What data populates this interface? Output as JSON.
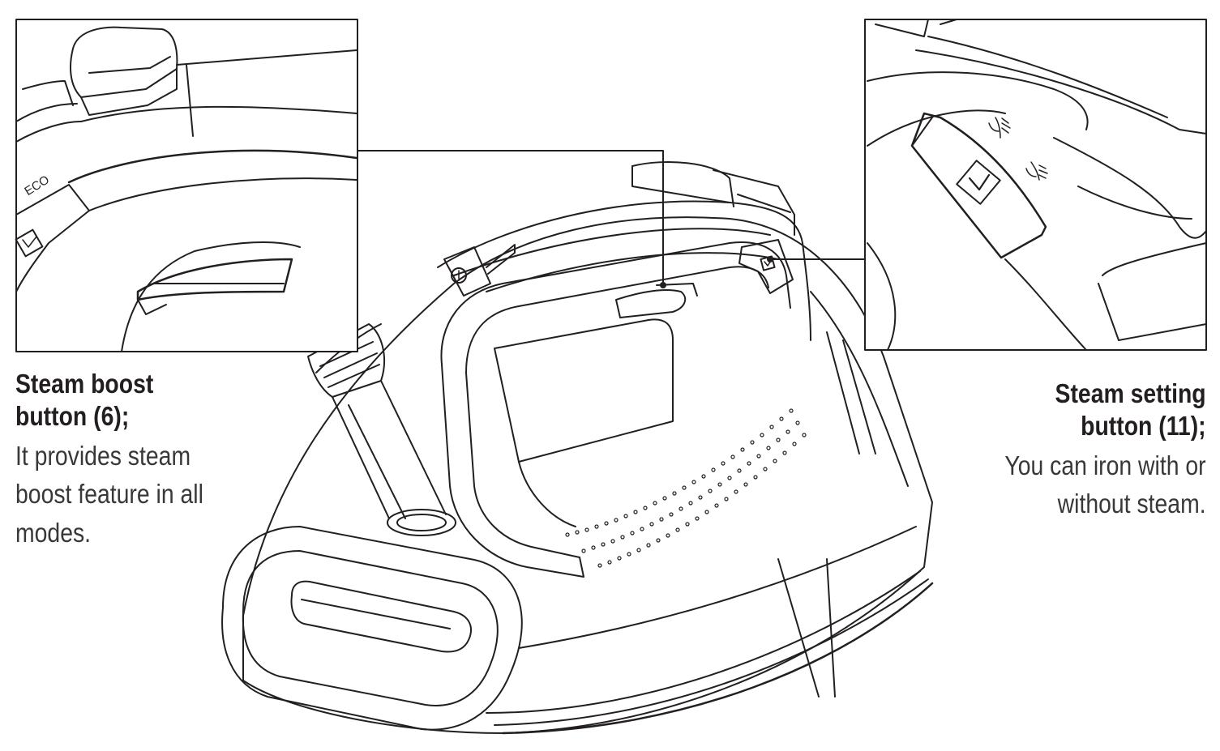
{
  "callouts": {
    "steam_boost": {
      "title_line1": "Steam boost",
      "title_line2": "button (6);",
      "desc_line1": "It provides steam",
      "desc_line2": "boost feature in all",
      "desc_line3": "modes."
    },
    "steam_setting": {
      "title_line1": "Steam setting",
      "title_line2": "button (11);",
      "desc_line1": "You can iron with or",
      "desc_line2": "without steam."
    }
  },
  "inset_left": {
    "eco_label": "ECO"
  },
  "icons": [
    "steam-off-icon",
    "steam-on-icon",
    "chevron-down-icon",
    "power-icon"
  ],
  "colors": {
    "line": "#231f20",
    "background": "#ffffff"
  }
}
